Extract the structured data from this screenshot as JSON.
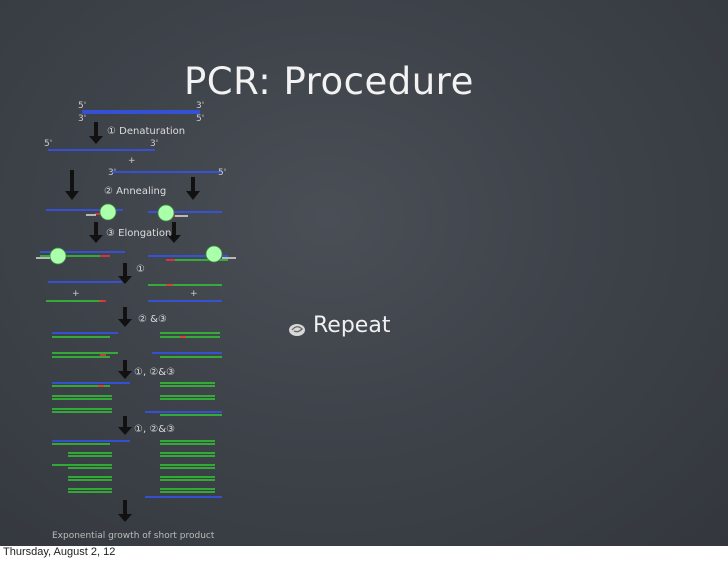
{
  "slide": {
    "title": "PCR: Procedure",
    "bullets": [
      "Repeat"
    ],
    "bullet_icon": "swirl-bullet-icon"
  },
  "diagram": {
    "steps": {
      "denaturation": "① Denaturation",
      "annealing": "② Annealing",
      "elongation": "③ Elongation",
      "step1": "①",
      "step23": "② &③",
      "step123a": "①, ②&③",
      "step123b": "①, ②&③"
    },
    "caption": "Exponential growth of short product",
    "end_labels": {
      "five": "5'",
      "three": "3'"
    },
    "plus": "+",
    "colors": {
      "template": "#3355ff",
      "new_strand": "#33cc33",
      "primer": "#ff3333",
      "polymerase": "#aaffaa"
    }
  },
  "footer": {
    "date": "Thursday, August 2, 12"
  }
}
